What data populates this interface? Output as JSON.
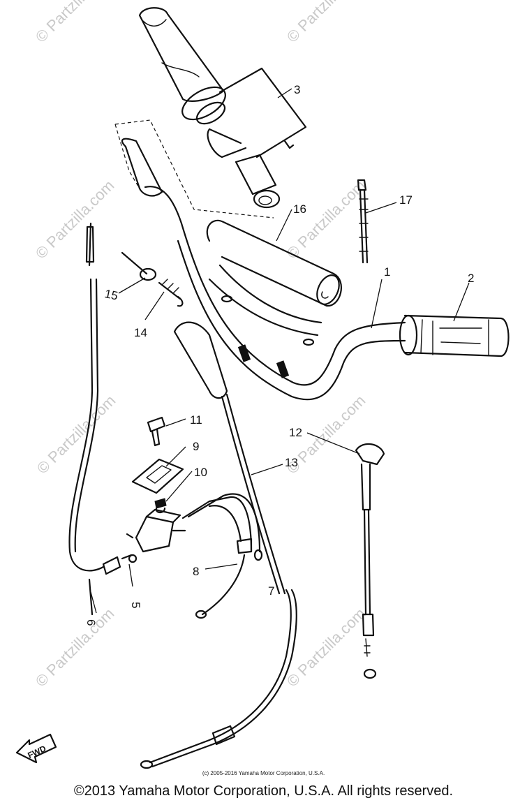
{
  "watermark": {
    "text": "© Partzilla.com",
    "color": "#c9c9c9"
  },
  "callouts": [
    "1",
    "2",
    "3",
    "5",
    "6",
    "7",
    "8",
    "9",
    "10",
    "11",
    "12",
    "13",
    "14",
    "15",
    "16",
    "17"
  ],
  "fwd_label": "FWD",
  "copyright_small": "(c) 2005-2016 Yamaha Motor Corporation, U.S.A.",
  "copyright_main": "©2013 Yamaha Motor Corporation, U.S.A. All rights reserved."
}
